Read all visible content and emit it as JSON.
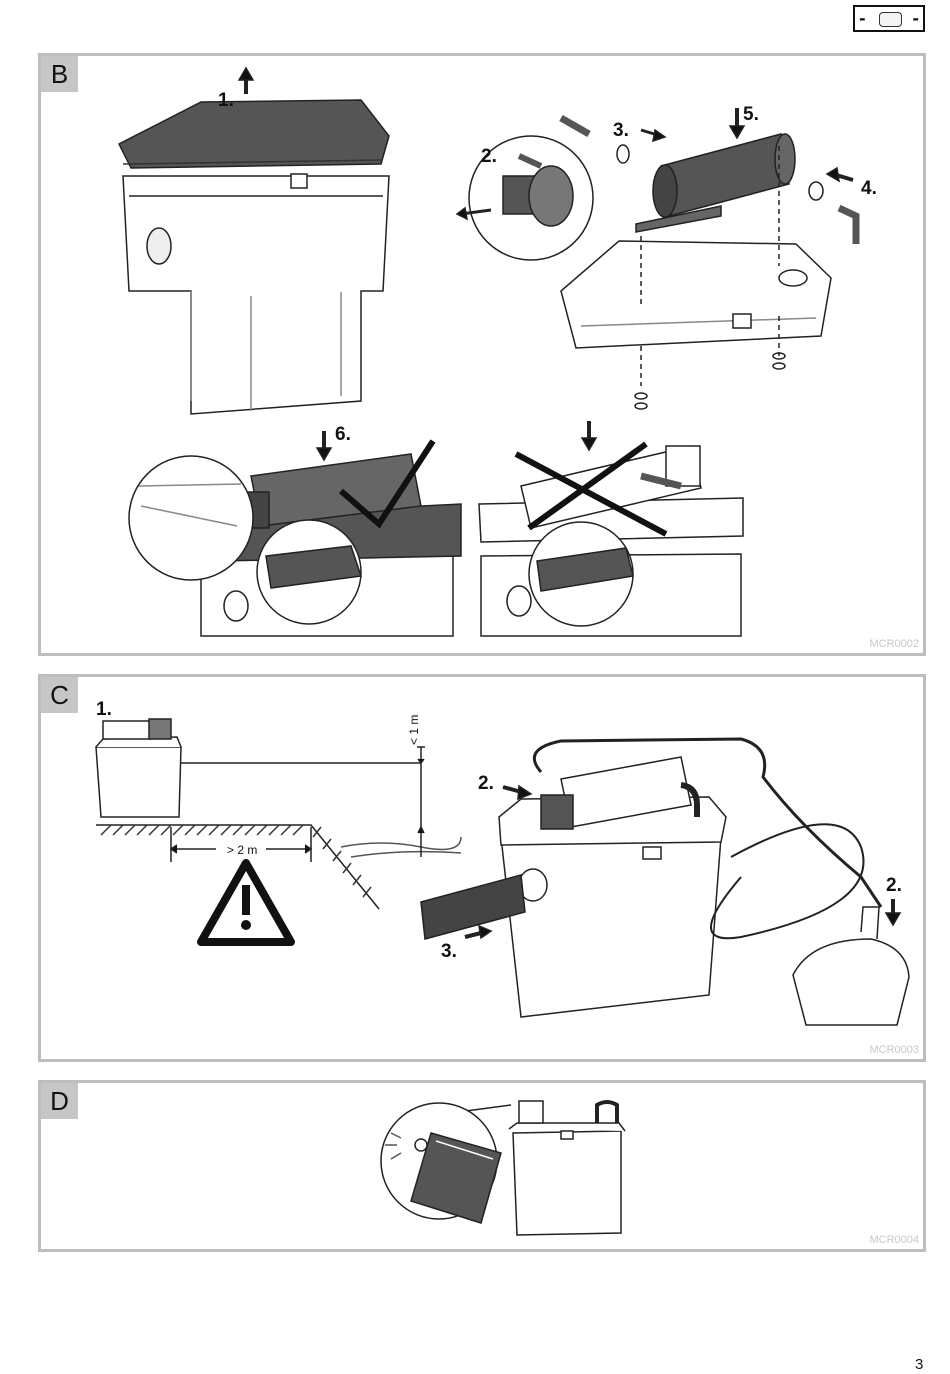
{
  "header": {
    "left_dash": "-",
    "right_dash": "-"
  },
  "panels": {
    "B": {
      "letter": "B",
      "code": "MCR0002",
      "steps": {
        "s1": "1.",
        "s2": "2.",
        "s3": "3.",
        "s4": "4.",
        "s5": "5.",
        "s6": "6."
      }
    },
    "C": {
      "letter": "C",
      "code": "MCR0003",
      "steps": {
        "s1": "1.",
        "s2a": "2.",
        "s2b": "2.",
        "s3": "3."
      },
      "height_label": "< 1 m",
      "distance_label": "> 2 m"
    },
    "D": {
      "letter": "D",
      "code": "MCR0004"
    }
  },
  "page_number": "3"
}
